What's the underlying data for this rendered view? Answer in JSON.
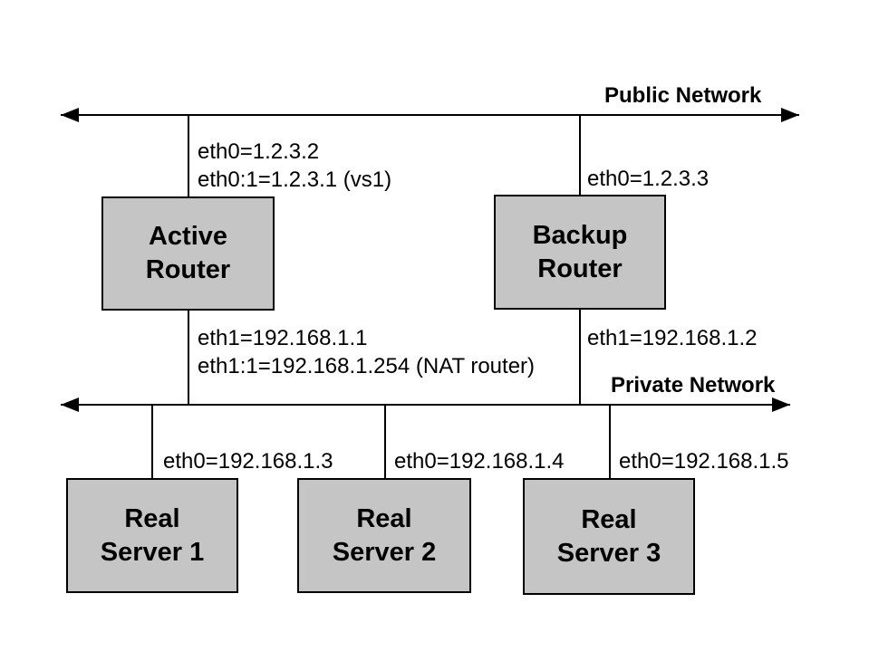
{
  "colors": {
    "box_fill": "#c5c5c5",
    "line": "#000000",
    "background": "#ffffff",
    "text": "#000000"
  },
  "public_network": {
    "label": "Public Network"
  },
  "private_network": {
    "label": "Private Network"
  },
  "active_router": {
    "name_line1": "Active",
    "name_line2": "Router",
    "public_labels": {
      "line1": "eth0=1.2.3.2",
      "line2": "eth0:1=1.2.3.1 (vs1)"
    },
    "private_labels": {
      "line1": "eth1=192.168.1.1",
      "line2": "eth1:1=192.168.1.254 (NAT router)"
    }
  },
  "backup_router": {
    "name_line1": "Backup",
    "name_line2": "Router",
    "public_label": "eth0=1.2.3.3",
    "private_label": "eth1=192.168.1.2"
  },
  "real_servers": [
    {
      "name_line1": "Real",
      "name_line2": "Server 1",
      "eth_label": "eth0=192.168.1.3"
    },
    {
      "name_line1": "Real",
      "name_line2": "Server 2",
      "eth_label": "eth0=192.168.1.4"
    },
    {
      "name_line1": "Real",
      "name_line2": "Server 3",
      "eth_label": "eth0=192.168.1.5"
    }
  ]
}
